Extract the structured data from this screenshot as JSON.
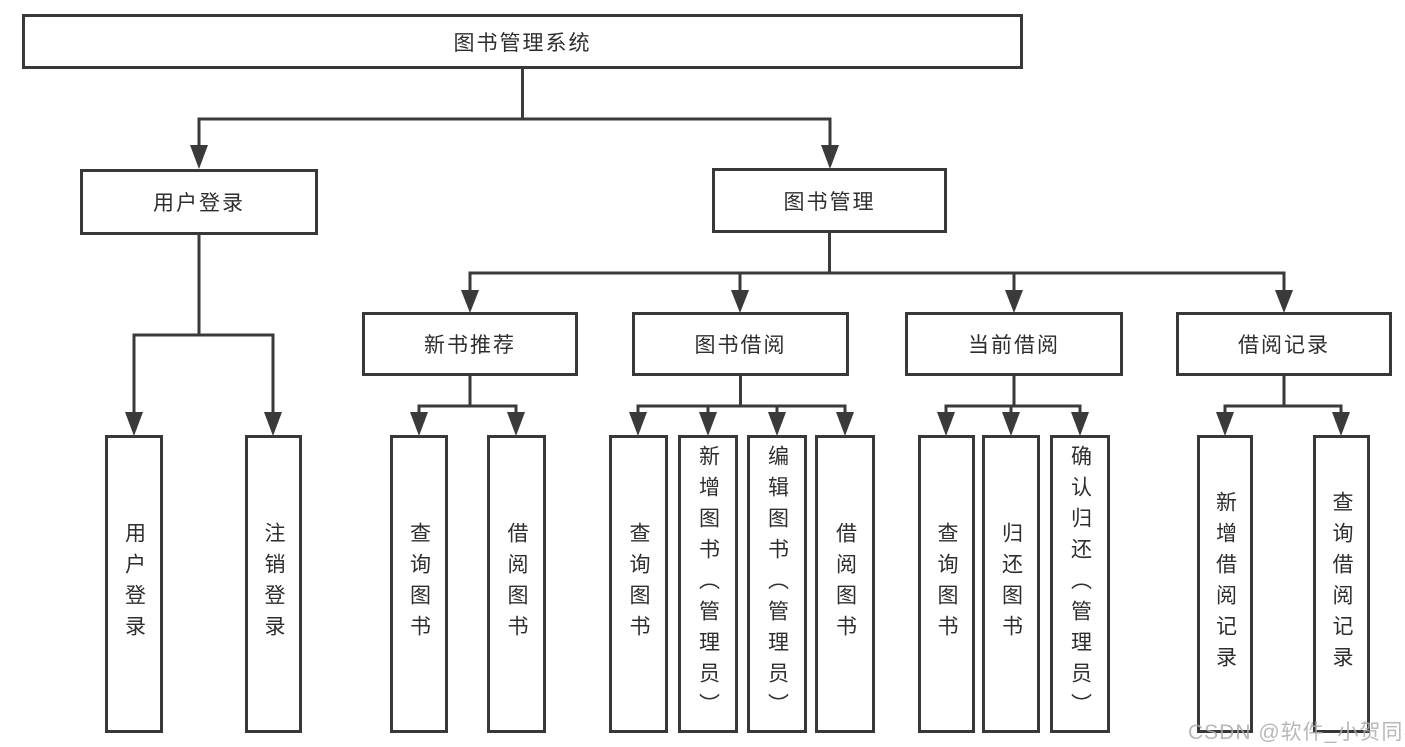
{
  "diagram": {
    "root": {
      "label": "图书管理系统",
      "children": [
        {
          "label": "用户登录",
          "children": [
            {
              "label": "用户登录"
            },
            {
              "label": "注销登录"
            }
          ]
        },
        {
          "label": "图书管理",
          "children": [
            {
              "label": "新书推荐",
              "children": [
                {
                  "label": "查询图书"
                },
                {
                  "label": "借阅图书"
                }
              ]
            },
            {
              "label": "图书借阅",
              "children": [
                {
                  "label": "查询图书"
                },
                {
                  "label": "新增图书（管理员）"
                },
                {
                  "label": "编辑图书（管理员）"
                },
                {
                  "label": "借阅图书"
                }
              ]
            },
            {
              "label": "当前借阅",
              "children": [
                {
                  "label": "查询图书"
                },
                {
                  "label": "归还图书"
                },
                {
                  "label": "确认归还（管理员）"
                }
              ]
            },
            {
              "label": "借阅记录",
              "children": [
                {
                  "label": "新增借阅记录"
                },
                {
                  "label": "查询借阅记录"
                }
              ]
            }
          ]
        }
      ]
    }
  },
  "watermark": {
    "text": "CSDN @软件_小贺同学"
  },
  "colors": {
    "line": "#3a3a3a",
    "box_border": "#383838",
    "text": "#2e2e2e",
    "watermark": "#acacac",
    "background": "#ffffff"
  }
}
